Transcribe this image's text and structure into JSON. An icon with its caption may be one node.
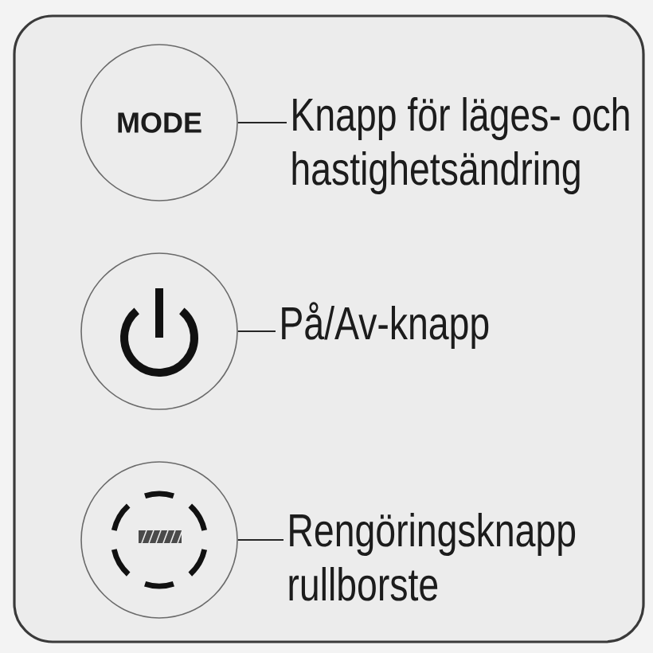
{
  "diagram": {
    "nodes": [
      {
        "text": [],
        "shape": "box"
      },
      {
        "text": [
          "MODE"
        ],
        "in": 0
      },
      {
        "text": [
          "Knapp för läges- och hastighetsändring"
        ],
        "in": 0
      },
      {
        "text": [],
        "shape": "circle",
        "in": 0
      },
      {
        "text": [
          "På/Av-knapp"
        ],
        "in": 0
      },
      {
        "text": [],
        "shape": "circle",
        "in": 0
      },
      {
        "text": [
          "Rengöringsknapp rullborste"
        ],
        "in": 0
      }
    ],
    "edges": [
      {
        "from": 2,
        "to": 1,
        "arrow": "none"
      },
      {
        "from": 4,
        "to": 3,
        "arrow": "none"
      },
      {
        "from": 6,
        "to": 5,
        "arrow": "none"
      }
    ]
  }
}
